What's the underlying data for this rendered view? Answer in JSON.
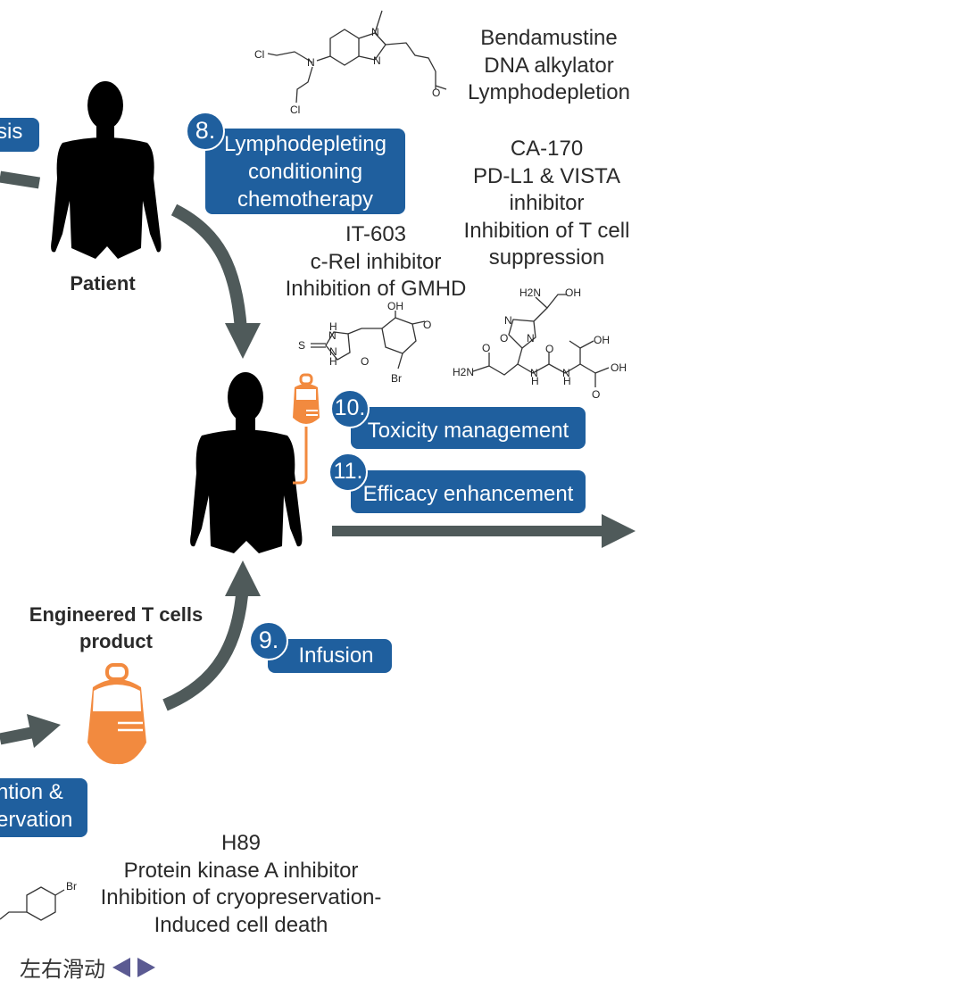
{
  "colors": {
    "label_blue": "#1f5f9e",
    "arrow_gray": "#4f5a5a",
    "bag_orange": "#f28a3f",
    "silhouette": "#000000",
    "nav_arrow": "#5b5a92"
  },
  "left_partial_labels": {
    "top": "sis",
    "bottom_line1": "ntion &",
    "bottom_line2": "ervation"
  },
  "figures": {
    "patient_label": "Patient",
    "product_label_line1": "Engineered T cells",
    "product_label_line2": "product"
  },
  "steps": [
    {
      "number": "8.",
      "lines": [
        "Lymphodepleting",
        "conditioning",
        "chemotherapy"
      ]
    },
    {
      "number": "9.",
      "lines": [
        "Infusion"
      ]
    },
    {
      "number": "10.",
      "lines": [
        "Toxicity management"
      ]
    },
    {
      "number": "11.",
      "lines": [
        "Efficacy enhancement"
      ]
    }
  ],
  "drugs": [
    {
      "name": "Bendamustine",
      "lines": [
        "Bendamustine",
        "DNA alkylator",
        "Lymphodepletion"
      ]
    },
    {
      "name": "CA-170",
      "lines": [
        "CA-170",
        "PD-L1 & VISTA",
        "inhibitor",
        "Inhibition of T cell",
        "suppression"
      ]
    },
    {
      "name": "IT-603",
      "lines": [
        "IT-603",
        "c-Rel inhibitor",
        "Inhibition of GMHD"
      ]
    },
    {
      "name": "H89",
      "lines": [
        "H89",
        "Protein kinase A inhibitor",
        "Inhibition of cryopreservation-",
        "Induced cell death"
      ]
    }
  ],
  "molecule_atoms": {
    "bendamustine": [
      "Cl",
      "N",
      "Cl",
      "N",
      "N",
      "O"
    ],
    "it603": [
      "S",
      "H",
      "N",
      "N",
      "H",
      "O",
      "OH",
      "O",
      "Br"
    ],
    "ca170": [
      "H2N",
      "OH",
      "N",
      "O",
      "N",
      "O",
      "H2N",
      "N",
      "H",
      "O",
      "N",
      "H",
      "OH",
      "OH",
      "O"
    ],
    "h89_partial": [
      "Br"
    ]
  },
  "nav": {
    "text": "左右滑动",
    "prev_icon": "triangle-left",
    "next_icon": "triangle-right"
  }
}
